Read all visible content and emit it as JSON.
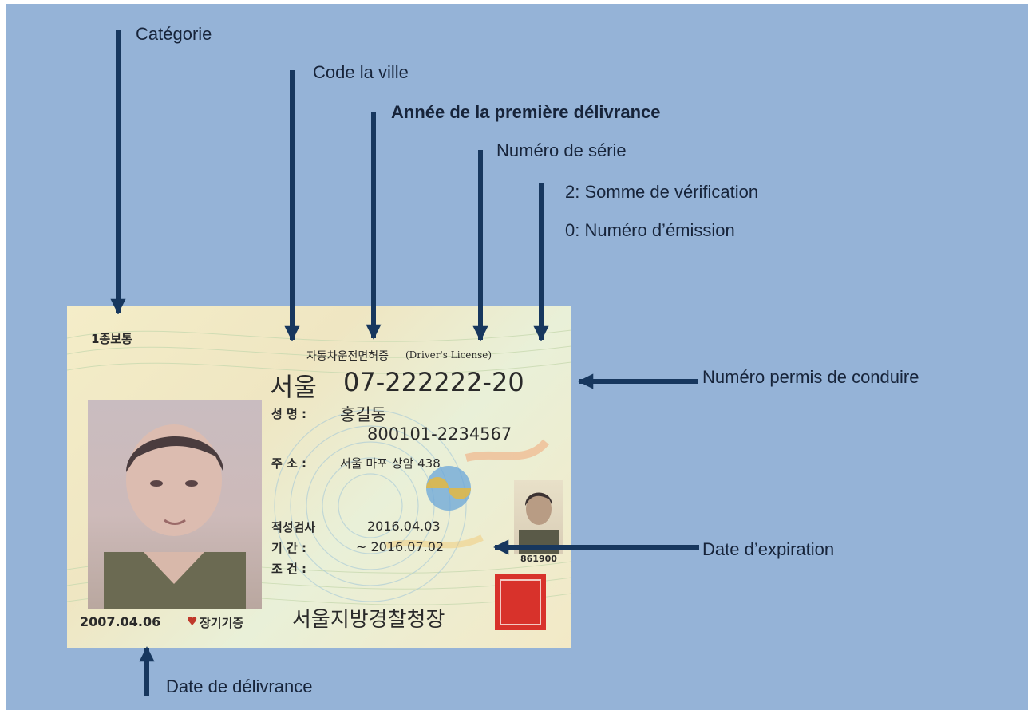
{
  "labels": {
    "categorie": "Catégorie",
    "code_ville": "Code la ville",
    "annee": "Année de la première délivrance",
    "numero_serie": "Numéro de série",
    "somme": "2: Somme de vérification",
    "emission": "0: Numéro d’émission",
    "numero_permis": "Numéro permis de conduire",
    "expiration": "Date d’expiration",
    "delivrance": "Date de délivrance"
  },
  "card": {
    "category": "1종보통",
    "title_ko": "자동차운전면허증",
    "title_en": "(Driver's License)",
    "license_region": "서울",
    "license_number": "07-222222-20",
    "name_label": "성      명 :",
    "name_value": "홍길동",
    "id_number": "800101-2234567",
    "address_label": "주      소 :",
    "address_value": "서울 마포 상암 438",
    "exam_label": "적성검사",
    "exam_date": "2016.04.03",
    "period_label": "기      간 :",
    "period_value": "~ 2016.07.02",
    "condition_label": "조      건 :",
    "small_code": "861900",
    "issue_date": "2007.04.06",
    "long_term": "장기기증",
    "issuer": "서울지방경찰청장"
  },
  "colors": {
    "background": "#95b3d7",
    "arrow": "#17375e",
    "text": "#17243a",
    "seal": "#d8322b"
  }
}
